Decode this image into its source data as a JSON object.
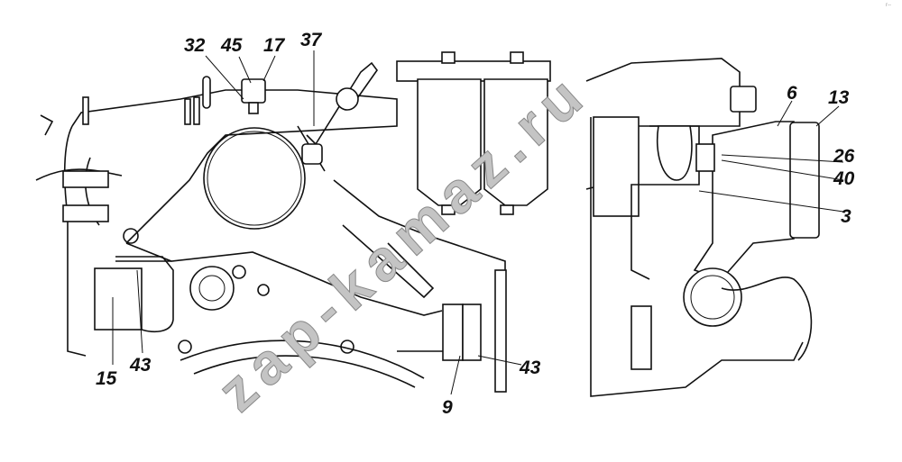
{
  "figure": {
    "callouts": {
      "c32": "32",
      "c45": "45",
      "c17": "17",
      "c37": "37",
      "c6": "6",
      "c13": "13",
      "c26": "26",
      "c40": "40",
      "c3": "3",
      "c15": "15",
      "c43_left": "43",
      "c9": "9",
      "c43_right": "43"
    },
    "watermark": "zap-kamaz.ru",
    "corner_mark": "r--"
  }
}
